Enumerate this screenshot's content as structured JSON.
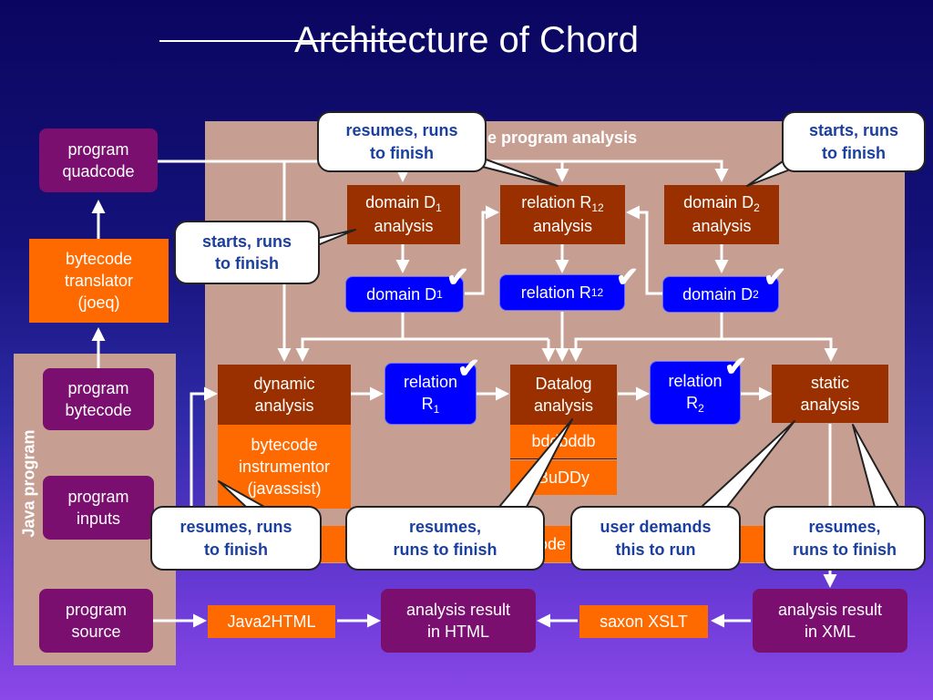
{
  "title": "Architecture of Chord",
  "panel_label": "le program analysis",
  "java_panel_label": "Java program",
  "left_column": {
    "quadcode": "program\nquadcode",
    "translator": "bytecode\ntranslator\n(joeq)",
    "bytecode": "program\nbytecode",
    "inputs": "program\ninputs",
    "source": "program\nsource"
  },
  "domain_d1_analysis": {
    "line1": "domain D",
    "sub": "1",
    "line2": "analysis"
  },
  "relation_r12_analysis": {
    "line1": "relation R",
    "sub": "12",
    "line2": "analysis"
  },
  "domain_d2_analysis": {
    "line1": "domain D",
    "sub": "2",
    "line2": "analysis"
  },
  "domain_d1": {
    "label": "domain D",
    "sub": "1"
  },
  "relation_r12": {
    "label": "relation R",
    "sub": "12"
  },
  "domain_d2": {
    "label": "domain D",
    "sub": "2"
  },
  "dynamic_analysis": "dynamic\nanalysis",
  "relation_r1": {
    "line1": "relation",
    "line2": "R",
    "sub": "1"
  },
  "datalog_analysis": "Datalog\nanalysis",
  "relation_r2": {
    "line1": "relation",
    "line2": "R",
    "sub": "2"
  },
  "static_analysis": "static\nanalysis",
  "bytecode_instrumentor": "bytecode\ninstrumentor\n(javassist)",
  "bddbddb": "bddbddb",
  "buddy": "BuDDy",
  "bottom_bar_visible": "ode",
  "java2html": "Java2HTML",
  "result_html": "analysis result\nin HTML",
  "saxon": "saxon XSLT",
  "result_xml": "analysis result\nin XML",
  "check_glyph": "✔",
  "callouts": {
    "top_resumes": "resumes, runs\nto finish",
    "top_starts": "starts, runs\nto finish",
    "left_starts": "starts, runs\nto finish",
    "bottom_1": "resumes, runs\nto finish",
    "bottom_2": "resumes,\nruns to finish",
    "bottom_3": "user demands\nthis to run",
    "bottom_4": "resumes,\nruns to finish"
  },
  "colors": {
    "purple": "#7a0f70",
    "orange": "#ff6a00",
    "brown": "#9a3000",
    "blue": "#0000ff",
    "tan": "#c79f92",
    "callout_text": "#1a3fa0"
  }
}
